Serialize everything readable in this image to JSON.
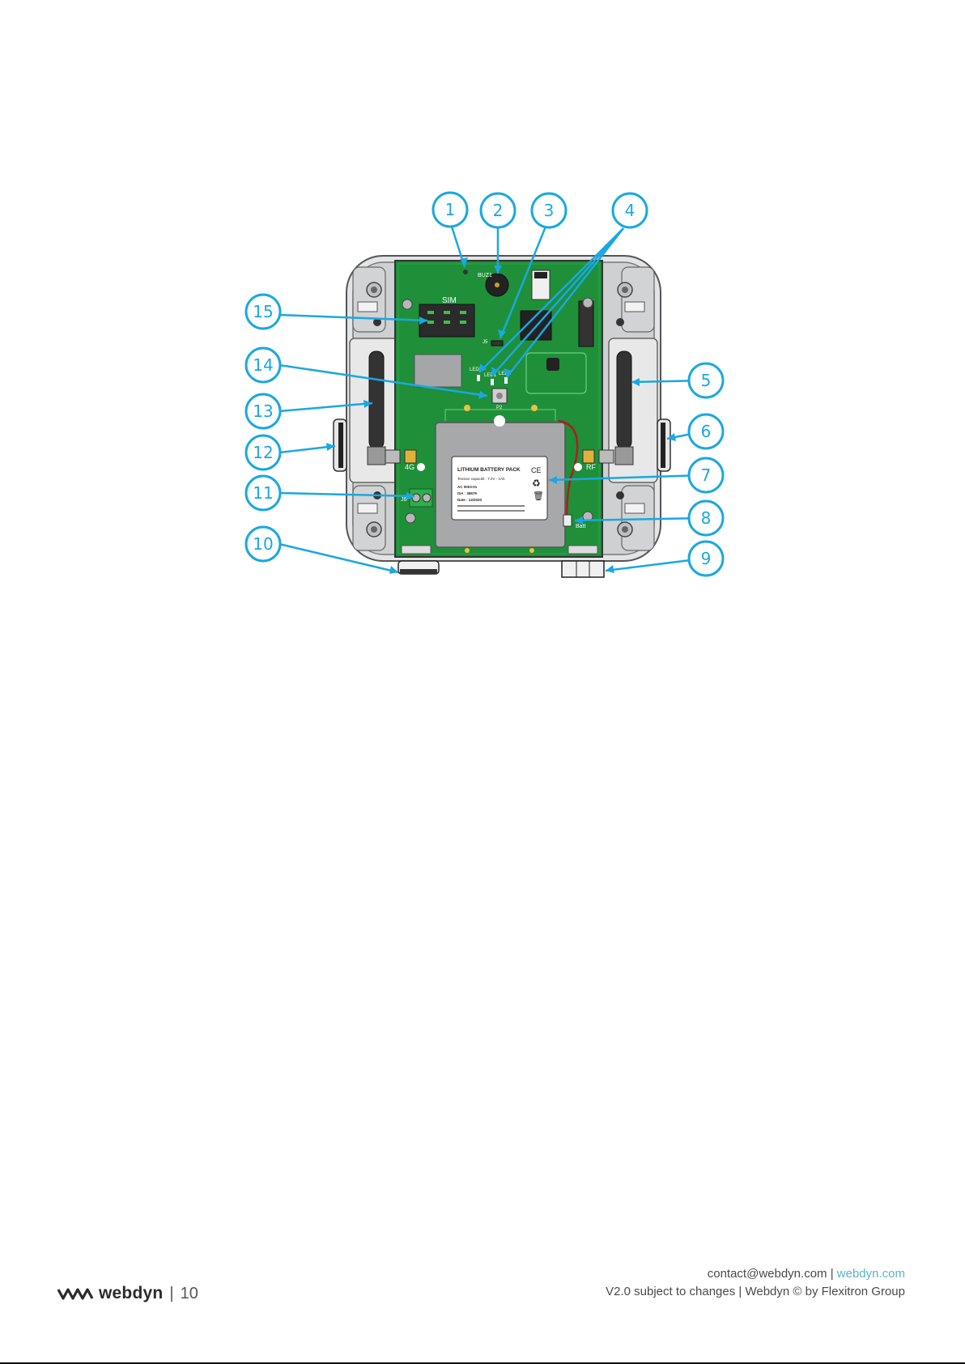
{
  "callouts": [
    "1",
    "2",
    "3",
    "4",
    "5",
    "6",
    "7",
    "8",
    "9",
    "10",
    "11",
    "12",
    "13",
    "14",
    "15"
  ],
  "board": {
    "sim": "SIM",
    "buz": "BUZ1",
    "j5": "J5",
    "led3": "LED3",
    "led1": "LED1",
    "led2": "LED2",
    "p2": "P2",
    "ant_4g": "4G",
    "ant_rf": "RF",
    "j6": "J6",
    "batt": "Batt"
  },
  "battery_label": {
    "title": "LITHIUM BATTERY PACK",
    "line1": "Tension capacité : 7.2V - 1Ah",
    "line2": "AC 0003-01",
    "line3": "ISA : 38679",
    "line4": "Date : 14/2020",
    "ce": "CE"
  },
  "footer": {
    "brand": "webdyn",
    "page_number": "10",
    "contact_email": "contact@webdyn.com",
    "contact_sep": "|",
    "website": "webdyn.com",
    "version_line": "V2.0 subject to changes | Webdyn © by Flexitron Group"
  },
  "colors": {
    "callout": "#1aa8e0",
    "pcb": "#1f8f3a",
    "enclosure": "#d9dadb"
  }
}
